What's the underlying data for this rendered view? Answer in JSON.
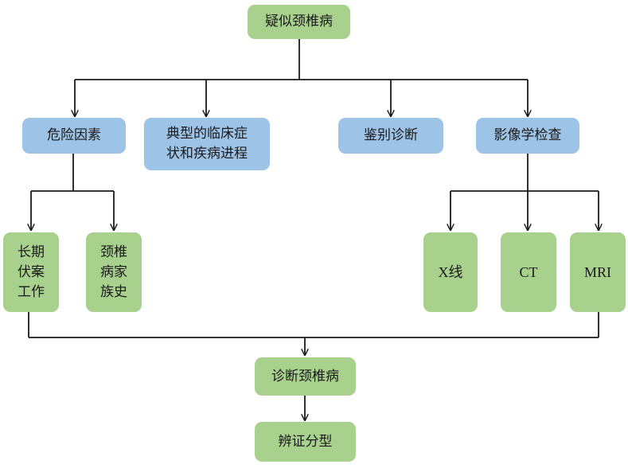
{
  "diagram": {
    "root": "疑似颈椎病",
    "branches": {
      "risk": "危险因素",
      "symptoms": "典型的临床症\n状和疾病进程",
      "differential": "鉴别诊断",
      "imaging": "影像学检查"
    },
    "risk_factors": {
      "work": "长期\n伏案\n工作",
      "family": "颈椎\n病家\n族史"
    },
    "imaging_types": {
      "xray": "X线",
      "ct": "CT",
      "mri": "MRI"
    },
    "diagnosis": "诊断颈椎病",
    "classification": "辨证分型"
  },
  "colors": {
    "green": "#a9d18e",
    "blue": "#9dc3e6",
    "line": "#1a1a1a"
  }
}
